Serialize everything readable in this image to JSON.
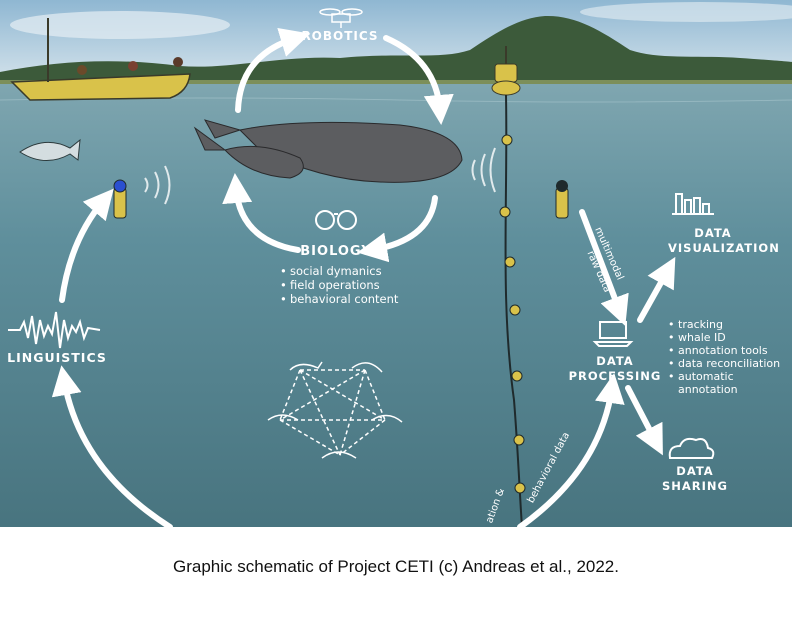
{
  "nodes": {
    "robotics": "ROBOTICS",
    "biology": "BIOLOGY",
    "linguistics": "LINGUISTICS",
    "data_processing": "DATA PROCESSING",
    "data_visualization": "DATA VISUALIZATION",
    "data_sharing": "DATA SHARING"
  },
  "biology_items": [
    "social dymanics",
    "field operations",
    "behavioral content"
  ],
  "processing_items": [
    "tracking",
    "whale ID",
    "annotation tools",
    "data reconciliation",
    "automatic annotation"
  ],
  "arrow_labels": {
    "multimodal": "multimodal",
    "raw_data": "raw data",
    "bottom_left": "ation &",
    "bottom_right": "behavioral data"
  },
  "caption": "Graphic schematic of Project CETI (c) Andreas et al., 2022.",
  "colors": {
    "sky": "#b9d3e4",
    "sea": "#5f8f9c",
    "deep_sea": "#48747f",
    "mountain": "#3c5a3a",
    "boat": "#d9c24a",
    "whale": "#5c5d60",
    "arrow": "#ffffff"
  }
}
